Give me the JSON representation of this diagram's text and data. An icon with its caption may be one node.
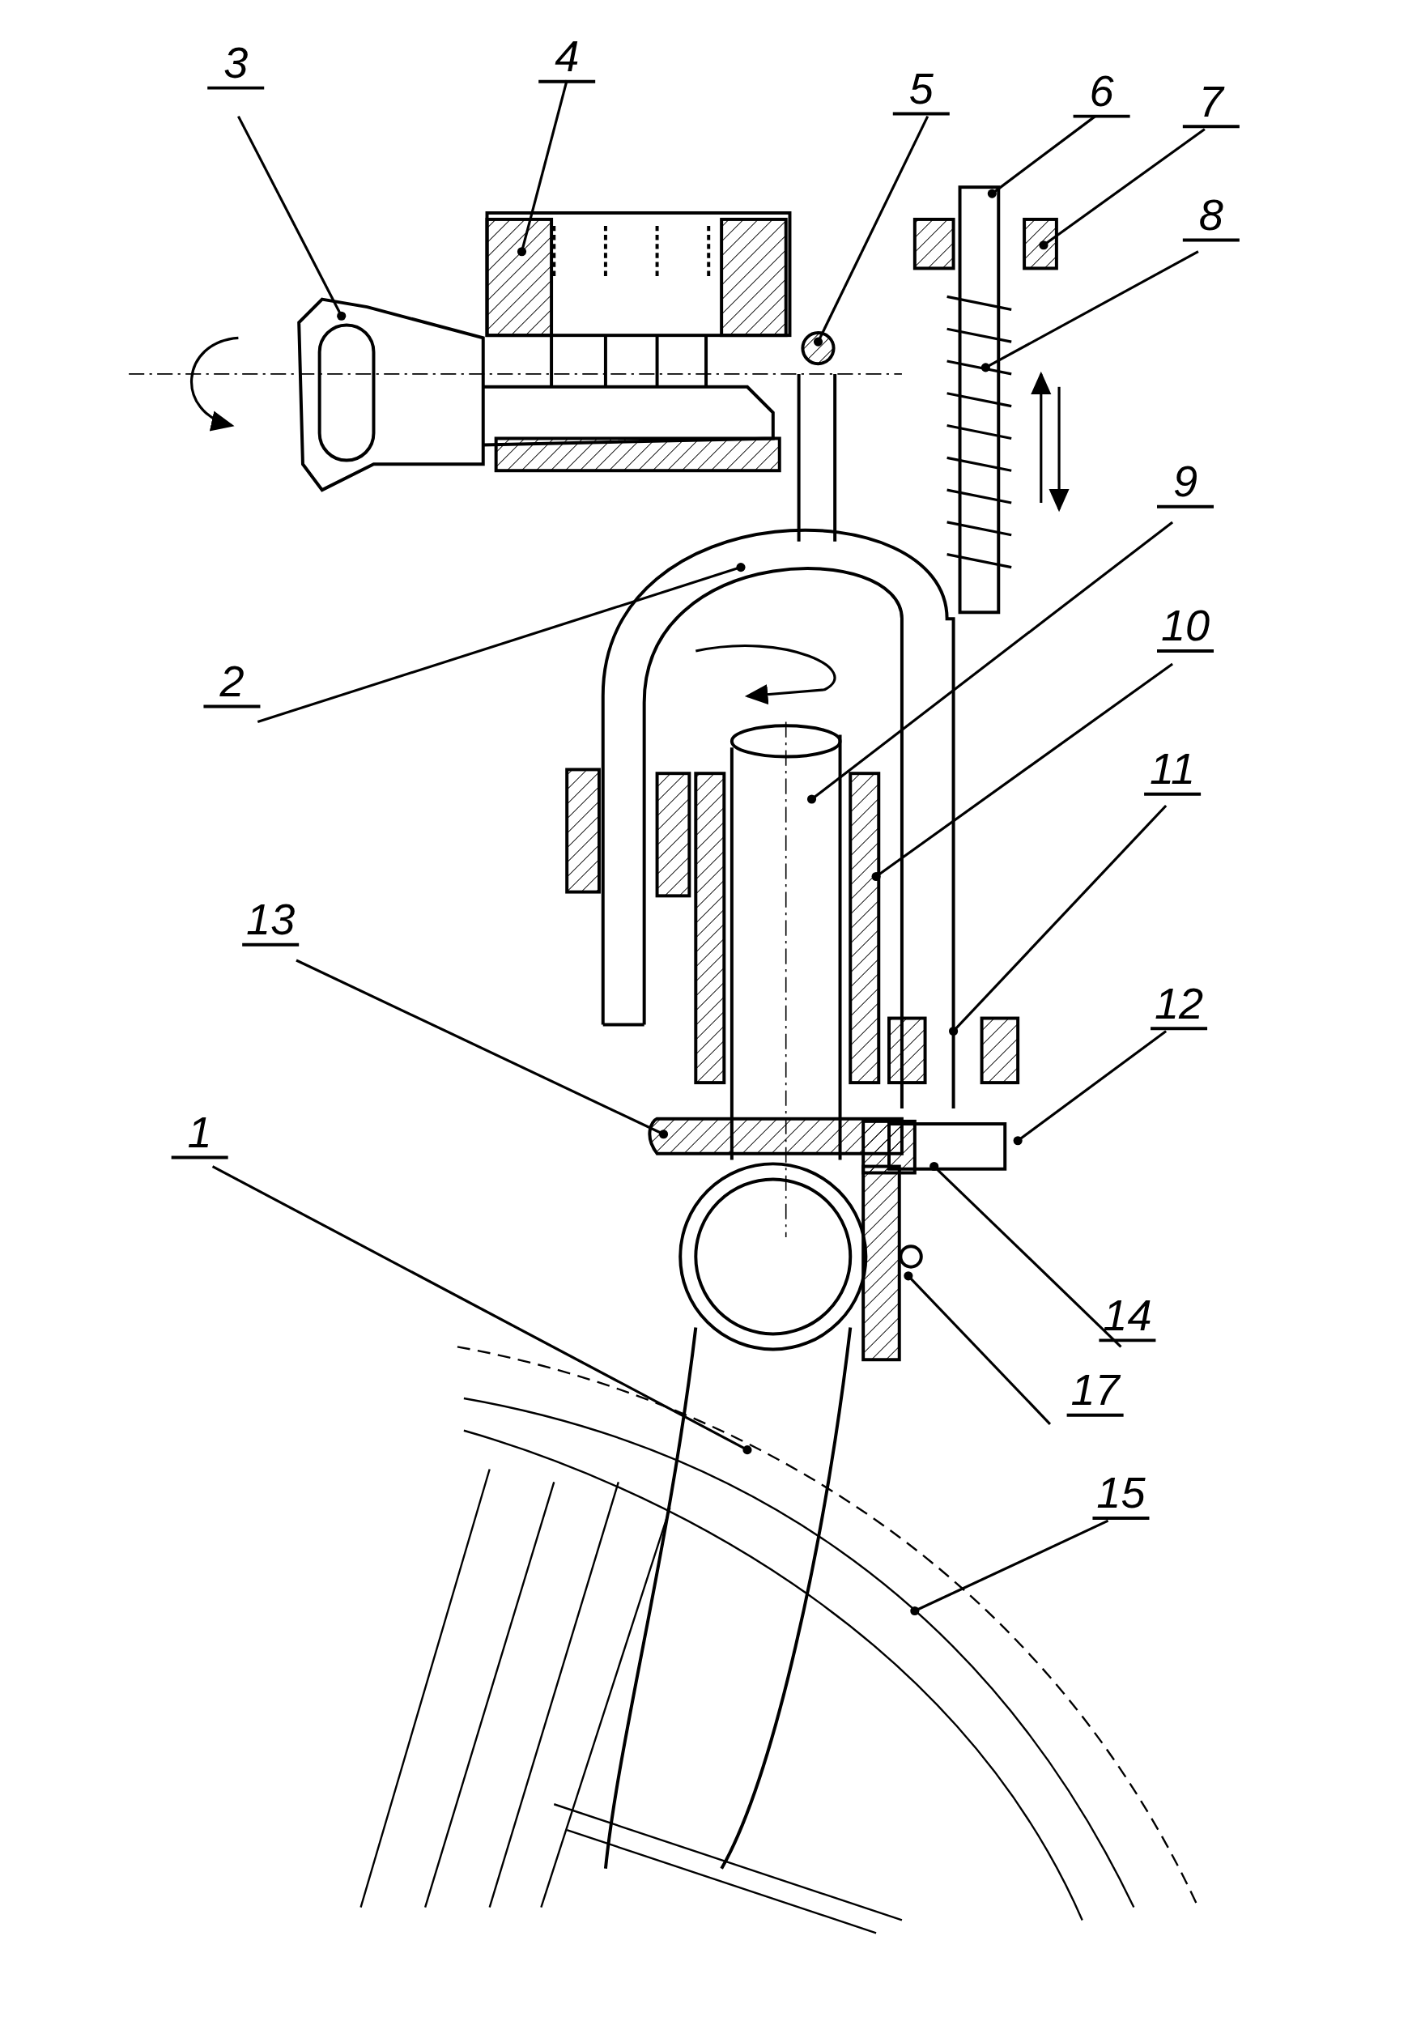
{
  "diagram": {
    "nodes": [
      {
        "text": [
          "3"
        ]
      },
      {
        "text": [
          "4"
        ]
      },
      {
        "text": [
          "5"
        ]
      },
      {
        "text": [
          "6"
        ]
      },
      {
        "text": [
          "7"
        ]
      },
      {
        "text": [
          "8"
        ]
      },
      {
        "text": [
          "2"
        ]
      },
      {
        "text": [
          "9"
        ]
      },
      {
        "text": [
          "10"
        ]
      },
      {
        "text": [
          "11"
        ]
      },
      {
        "text": [
          "13"
        ]
      },
      {
        "text": [
          "12"
        ]
      },
      {
        "text": [
          "1"
        ]
      },
      {
        "text": [
          "14"
        ]
      },
      {
        "text": [
          "17"
        ]
      },
      {
        "text": [
          "15"
        ]
      }
    ],
    "edges": [
      {
        "from": 0,
        "to": null,
        "arrow": "other"
      },
      {
        "from": 1,
        "to": null,
        "arrow": "other"
      },
      {
        "from": 2,
        "to": null,
        "arrow": "other"
      },
      {
        "from": 3,
        "to": null,
        "arrow": "other"
      },
      {
        "from": 4,
        "to": null,
        "arrow": "other"
      },
      {
        "from": 5,
        "to": null,
        "arrow": "other"
      },
      {
        "from": 6,
        "to": null,
        "arrow": "other"
      },
      {
        "from": 7,
        "to": null,
        "arrow": "other"
      },
      {
        "from": 8,
        "to": null,
        "arrow": "other"
      },
      {
        "from": 9,
        "to": null,
        "arrow": "other"
      },
      {
        "from": 10,
        "to": null,
        "arrow": "other"
      },
      {
        "from": 11,
        "to": null,
        "arrow": "other"
      },
      {
        "from": 12,
        "to": null,
        "arrow": "other"
      },
      {
        "from": 13,
        "to": null,
        "arrow": "other"
      },
      {
        "from": 14,
        "to": null,
        "arrow": "other"
      },
      {
        "from": 15,
        "to": null,
        "arrow": "other"
      }
    ]
  }
}
